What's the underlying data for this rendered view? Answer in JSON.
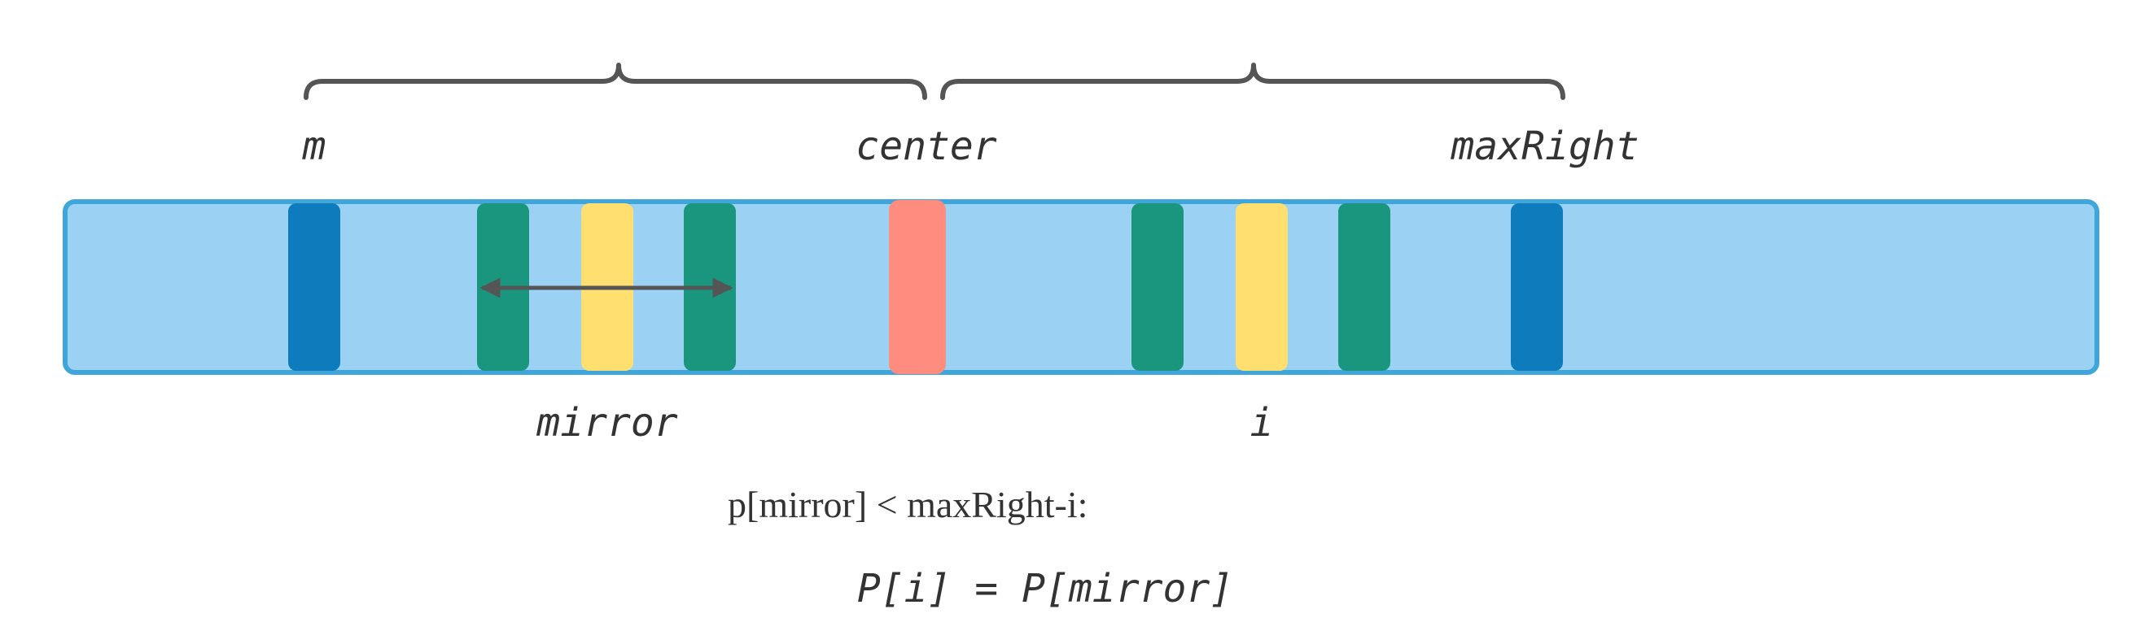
{
  "labels": {
    "m": "m",
    "center": "center",
    "max_right": "maxRight",
    "mirror": "mirror",
    "i": "i"
  },
  "condition": "p[mirror] < maxRight-i:",
  "formula": "P[i] = P[mirror]",
  "colors": {
    "strip_fill": "#9bd1f2",
    "strip_border": "#3fa6dc",
    "boundary_bar": "#0e7bbd",
    "palindrome_edge_bar": "#1a967e",
    "palindrome_center_bar": "#fedf70",
    "center_bar": "#fe8c7f",
    "brace_and_arrow": "#555555",
    "text": "#333333"
  }
}
